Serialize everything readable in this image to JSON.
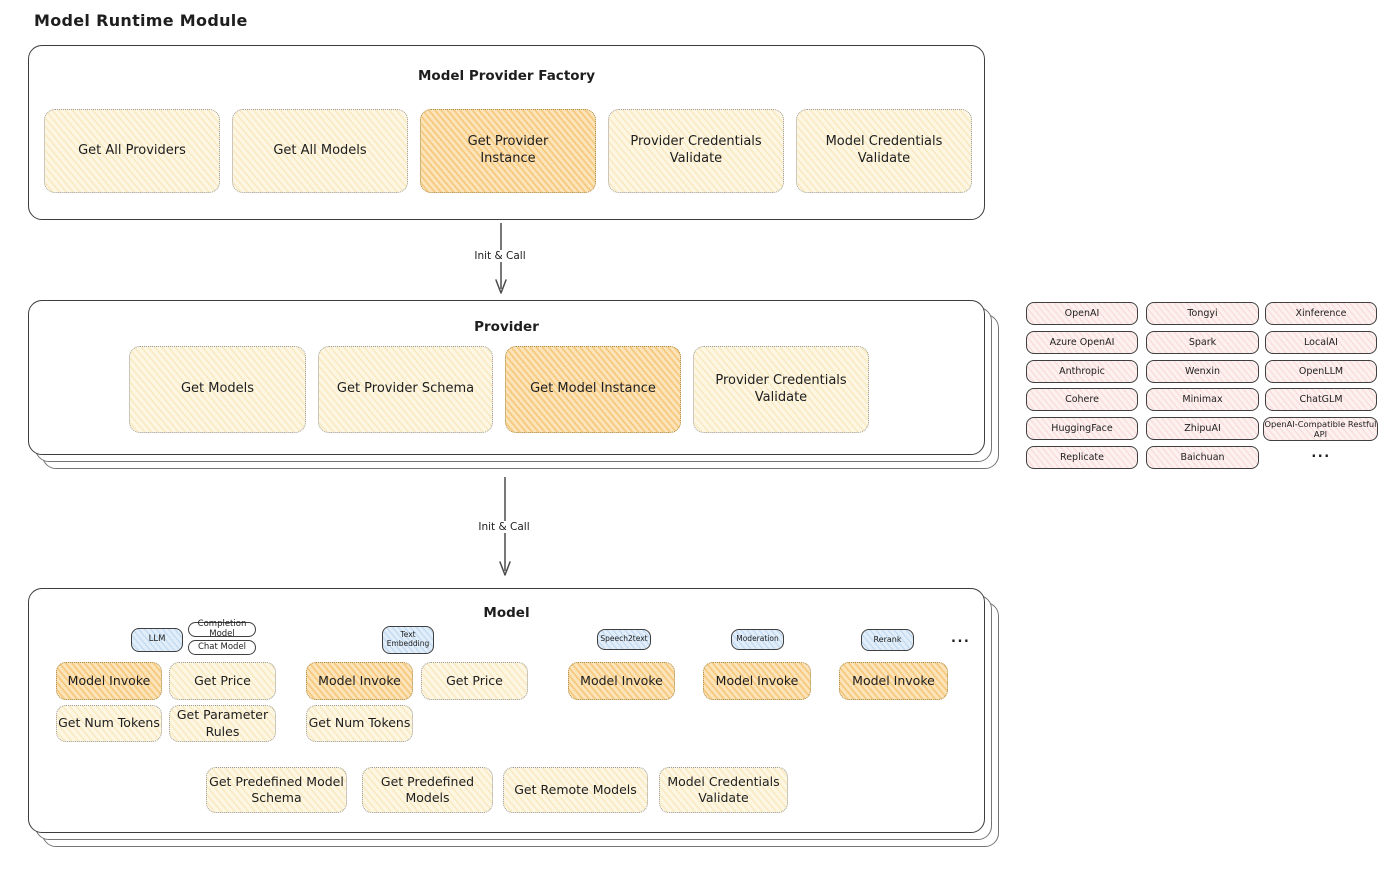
{
  "page": {
    "title": "Model Runtime Module"
  },
  "colors": {
    "node_yellow": "#fdf6e3",
    "node_orange_highlight": "#fae3b7",
    "chip_pink": "#fdf1f0",
    "badge_blue": "#e1eef9",
    "outline": "#3f3f3f"
  },
  "factory": {
    "label": "Model Provider Factory",
    "nodes": [
      {
        "label": "Get All Providers",
        "highlighted": false
      },
      {
        "label": "Get All Models",
        "highlighted": false
      },
      {
        "label": "Get Provider\nInstance",
        "highlighted": true
      },
      {
        "label": "Provider Credentials\nValidate",
        "highlighted": false
      },
      {
        "label": "Model Credentials\nValidate",
        "highlighted": false
      }
    ]
  },
  "connectors": [
    {
      "label": "Init & Call"
    },
    {
      "label": "Init & Call"
    }
  ],
  "provider": {
    "label": "Provider",
    "nodes": [
      {
        "label": "Get Models",
        "highlighted": false
      },
      {
        "label": "Get Provider Schema",
        "highlighted": false
      },
      {
        "label": "Get Model Instance",
        "highlighted": true
      },
      {
        "label": "Provider Credentials\nValidate",
        "highlighted": false
      }
    ]
  },
  "provider_catalog": {
    "col1": [
      "OpenAI",
      "Azure OpenAI",
      "Anthropic",
      "Cohere",
      "HuggingFace",
      "Replicate"
    ],
    "col2": [
      "Tongyi",
      "Spark",
      "Wenxin",
      "Minimax",
      "ZhipuAI",
      "Baichuan"
    ],
    "col3": [
      "Xinference",
      "LocalAI",
      "OpenLLM",
      "ChatGLM",
      "OpenAI-Compatible Restful API"
    ],
    "more": "..."
  },
  "model": {
    "label": "Model",
    "more": "...",
    "badges": {
      "llm": "LLM",
      "completion_model": "Completion Model",
      "chat_model": "Chat Model",
      "text_embedding": "Text\nEmbedding",
      "speech2text": "Speech2text",
      "moderation": "Moderation",
      "rerank": "Rerank"
    },
    "llm_nodes": [
      {
        "label": "Model Invoke",
        "highlighted": true
      },
      {
        "label": "Get Price",
        "highlighted": false
      },
      {
        "label": "Get Num Tokens",
        "highlighted": false
      },
      {
        "label": "Get Parameter\nRules",
        "highlighted": false
      }
    ],
    "text_embedding_nodes": [
      {
        "label": "Model Invoke",
        "highlighted": true
      },
      {
        "label": "Get Price",
        "highlighted": false
      },
      {
        "label": "Get Num Tokens",
        "highlighted": false
      }
    ],
    "speech2text_nodes": [
      {
        "label": "Model Invoke",
        "highlighted": true
      }
    ],
    "moderation_nodes": [
      {
        "label": "Model Invoke",
        "highlighted": true
      }
    ],
    "rerank_nodes": [
      {
        "label": "Model Invoke",
        "highlighted": true
      }
    ],
    "common_nodes": [
      {
        "label": "Get Predefined Model\nSchema"
      },
      {
        "label": "Get Predefined\nModels"
      },
      {
        "label": "Get Remote Models"
      },
      {
        "label": "Model Credentials\nValidate"
      }
    ]
  }
}
